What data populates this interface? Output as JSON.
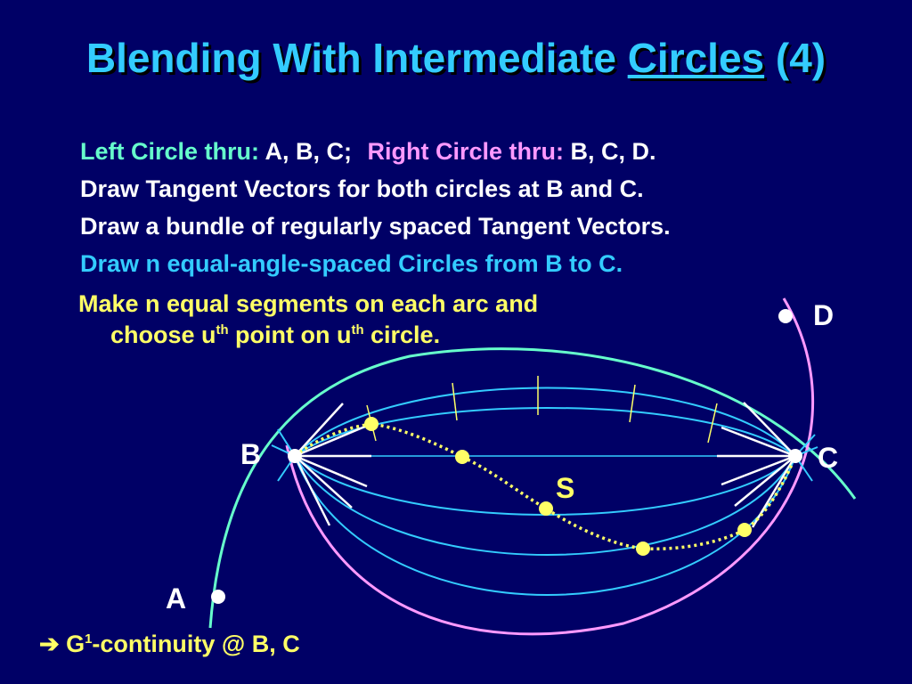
{
  "title": {
    "prefix": "Blending With Intermediate",
    "underlined": "Circles",
    "suffix": "(4)"
  },
  "lines": {
    "l1_left_label": "Left Circle thru:",
    "l1_left_points": "A, B, C;",
    "l1_right_label": "Right Circle thru:",
    "l1_right_points": "B, C, D.",
    "l2": "Draw Tangent Vectors for both circles at B and C.",
    "l3": "Draw a bundle of regularly spaced Tangent Vectors.",
    "l4": "Draw n equal-angle-spaced Circles from B to C.",
    "l5": "Make n equal segments on each arc and",
    "l6_a": "choose u",
    "l6_sup1": "th",
    "l6_b": " point on u",
    "l6_sup2": "th",
    "l6_c": " circle."
  },
  "labels": {
    "A": "A",
    "B": "B",
    "C": "C",
    "D": "D",
    "S": "S"
  },
  "footer": {
    "arrow": "➔",
    "g": "G",
    "sup": "1",
    "text": "-continuity @ B, C"
  },
  "colors": {
    "background": "#000066",
    "left_circle": "#66ffcc",
    "right_circle": "#ff99ff",
    "intermediate": "#33ccff",
    "curve": "#ffff66",
    "tangent": "#ffffff"
  }
}
